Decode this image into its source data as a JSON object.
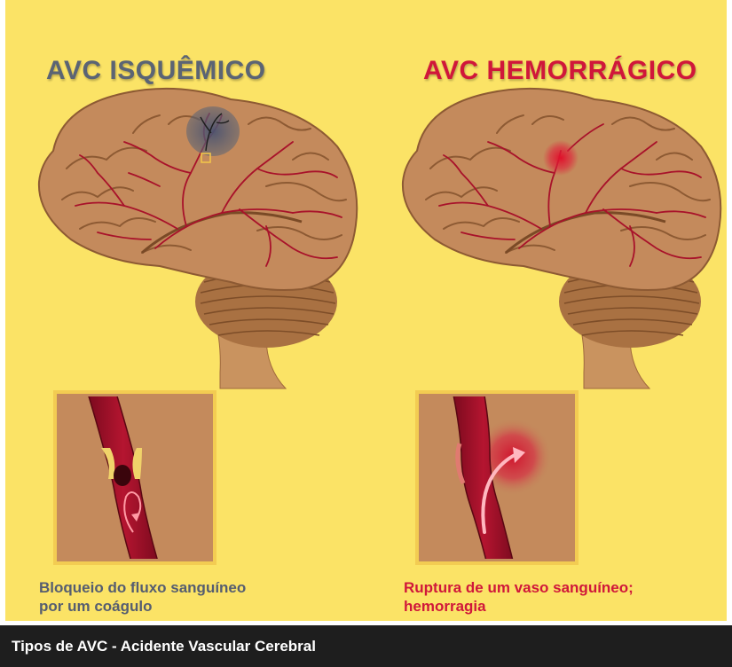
{
  "left": {
    "title": "AVC ISQUÊMICO",
    "caption_line1": "Bloqueio do fluxo sanguíneo",
    "caption_line2": "por um coágulo"
  },
  "right": {
    "title": "AVC HEMORRÁGICO",
    "caption_line1": "Ruptura de um vaso sanguíneo;",
    "caption_line2": "hemorragia"
  },
  "footer": {
    "caption": "Tipos de AVC - Acidente Vascular Cerebral"
  },
  "colors": {
    "background": "#fbe366",
    "brain": "#c48a5c",
    "vessel": "#a8122a",
    "ischemic_accent": "#5b6474",
    "hemorrhagic_accent": "#d0173a",
    "footer": "#1e1e1e"
  }
}
